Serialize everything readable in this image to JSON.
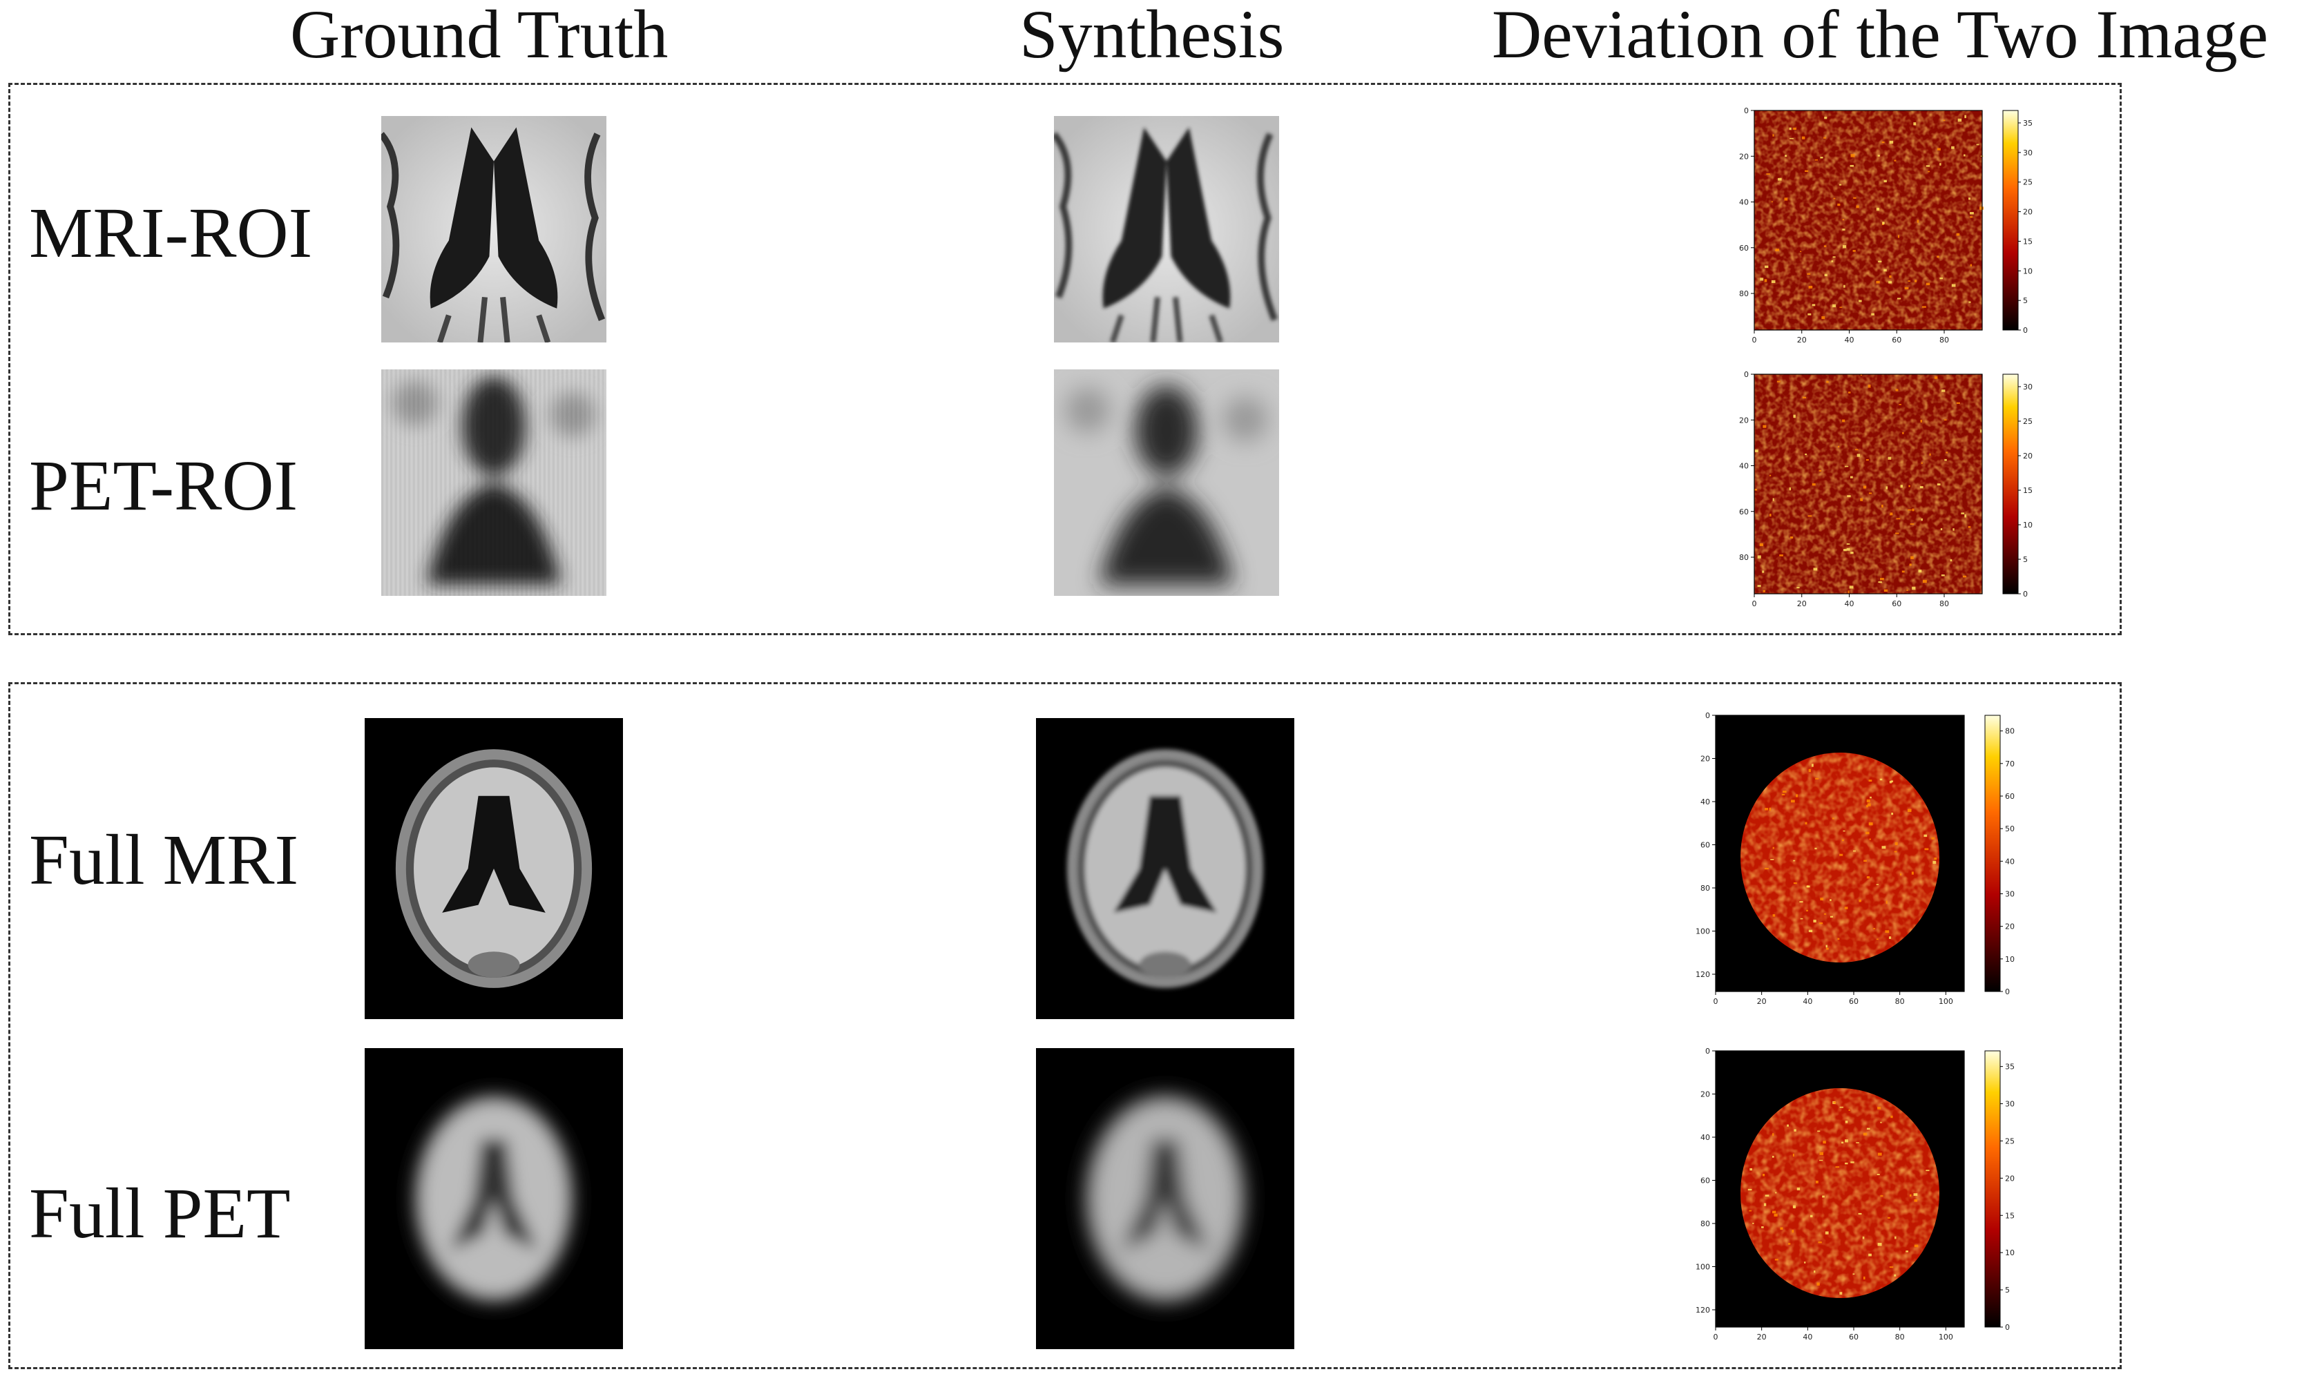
{
  "columns": [
    "Ground Truth",
    "Synthesis",
    "Deviation of the Two Image"
  ],
  "rows": [
    {
      "label": "MRI-ROI",
      "deviation": {
        "x_ticks": [
          "0",
          "20",
          "40",
          "60",
          "80"
        ],
        "y_ticks": [
          "0",
          "20",
          "40",
          "60",
          "80"
        ],
        "cbar_ticks": [
          "0",
          "5",
          "10",
          "15",
          "20",
          "25",
          "30",
          "35"
        ]
      }
    },
    {
      "label": "PET-ROI",
      "deviation": {
        "x_ticks": [
          "0",
          "20",
          "40",
          "60",
          "80"
        ],
        "y_ticks": [
          "0",
          "20",
          "40",
          "60",
          "80"
        ],
        "cbar_ticks": [
          "0",
          "5",
          "10",
          "15",
          "20",
          "25",
          "30"
        ]
      }
    },
    {
      "label": "Full MRI",
      "deviation": {
        "x_ticks": [
          "0",
          "20",
          "40",
          "60",
          "80",
          "100"
        ],
        "y_ticks": [
          "0",
          "20",
          "40",
          "60",
          "80",
          "100",
          "120"
        ],
        "cbar_ticks": [
          "0",
          "10",
          "20",
          "30",
          "40",
          "50",
          "60",
          "70",
          "80"
        ]
      }
    },
    {
      "label": "Full PET",
      "deviation": {
        "x_ticks": [
          "0",
          "20",
          "40",
          "60",
          "80",
          "100"
        ],
        "y_ticks": [
          "0",
          "20",
          "40",
          "60",
          "80",
          "100",
          "120"
        ],
        "cbar_ticks": [
          "0",
          "5",
          "10",
          "15",
          "20",
          "25",
          "30",
          "35"
        ]
      }
    }
  ],
  "colors": {
    "colormap": "hot",
    "roi_background": "#cfcfcf",
    "full_background": "#000000"
  }
}
